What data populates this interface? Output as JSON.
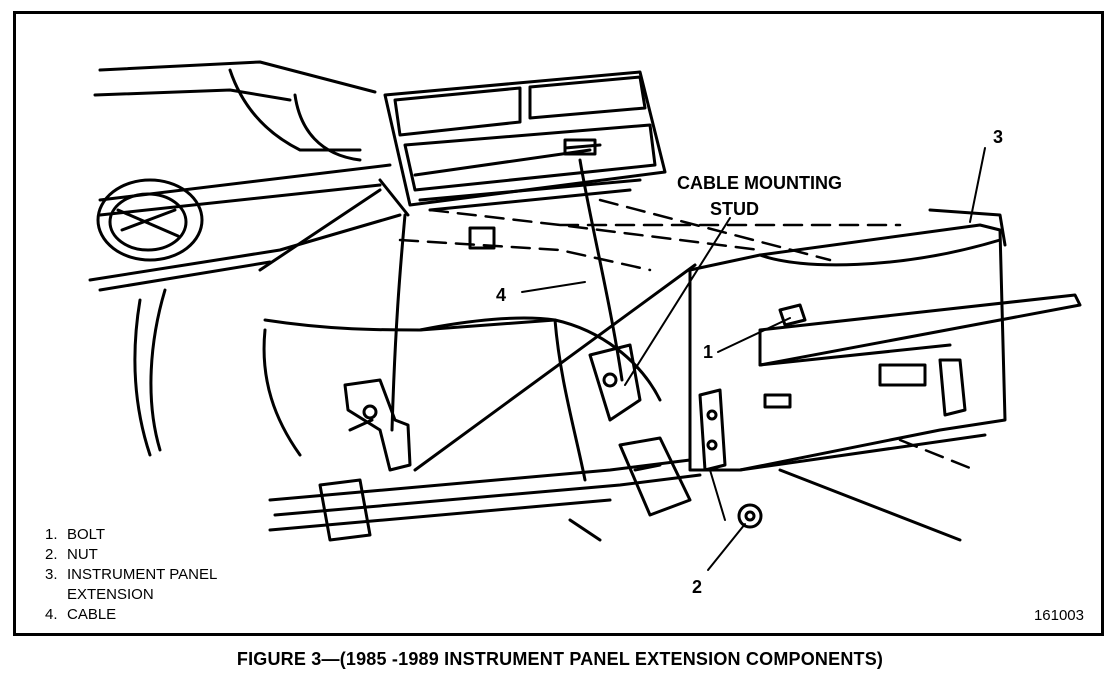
{
  "figure": {
    "caption": "FIGURE 3—(1985 -1989 INSTRUMENT PANEL EXTENSION COMPONENTS)",
    "id_number": "161003"
  },
  "callouts": {
    "cable_mounting_stud_line1": "CABLE MOUNTING",
    "cable_mounting_stud_line2": "STUD",
    "num_1": "1",
    "num_2": "2",
    "num_3": "3",
    "num_4": "4"
  },
  "legend": {
    "items": [
      {
        "num": "1.",
        "text": "BOLT"
      },
      {
        "num": "2.",
        "text": "NUT"
      },
      {
        "num": "3.",
        "text": "INSTRUMENT PANEL",
        "cont": "EXTENSION"
      },
      {
        "num": "4.",
        "text": "CABLE"
      }
    ]
  }
}
